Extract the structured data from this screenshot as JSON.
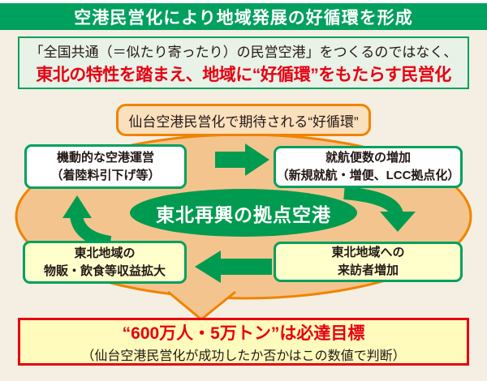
{
  "banner": {
    "text": "空港民営化により地域発展の好循環を形成",
    "bg_color": "#00a05e"
  },
  "intro_box": {
    "line1": "「全国共通（＝似たり寄ったり）の民営空港」をつくるのではなく、",
    "line2": "東北の特性を踏まえ、地域に“好循環”をもたらす民営化",
    "line2_color": "#e60012",
    "border_color": "#00a05e"
  },
  "cycle": {
    "label": "仙台空港民営化で期待される“好循環”",
    "center": "東北再興の拠点空港",
    "nodes": [
      {
        "id": "agile-airport-operation",
        "lines": [
          "機動的な空港運営",
          "（着陸料引下げ等）"
        ]
      },
      {
        "id": "more-flights",
        "lines": [
          "就航便数の増加",
          "（新規就航・増便、LCC拠点化）"
        ]
      },
      {
        "id": "more-visitors",
        "lines": [
          "東北地域への",
          "来訪者増加"
        ]
      },
      {
        "id": "revenue-expansion",
        "lines": [
          "東北地域の",
          "物販・飲食等収益拡大"
        ]
      }
    ],
    "colors": {
      "arrow_green": "#009b50",
      "ellipse_orange_border": "#f08300",
      "ellipse_peach_fill": "#f4c48e",
      "label_pill_fill": "#fbe0bd",
      "node_yellow_fill": "#ffffcc"
    }
  },
  "target_box": {
    "line1": "“600万人・5万トン”は必達目標",
    "line2": "（仙台空港民営化が成功したか否かはこの数値で判断）",
    "border_color": "#e60012"
  }
}
